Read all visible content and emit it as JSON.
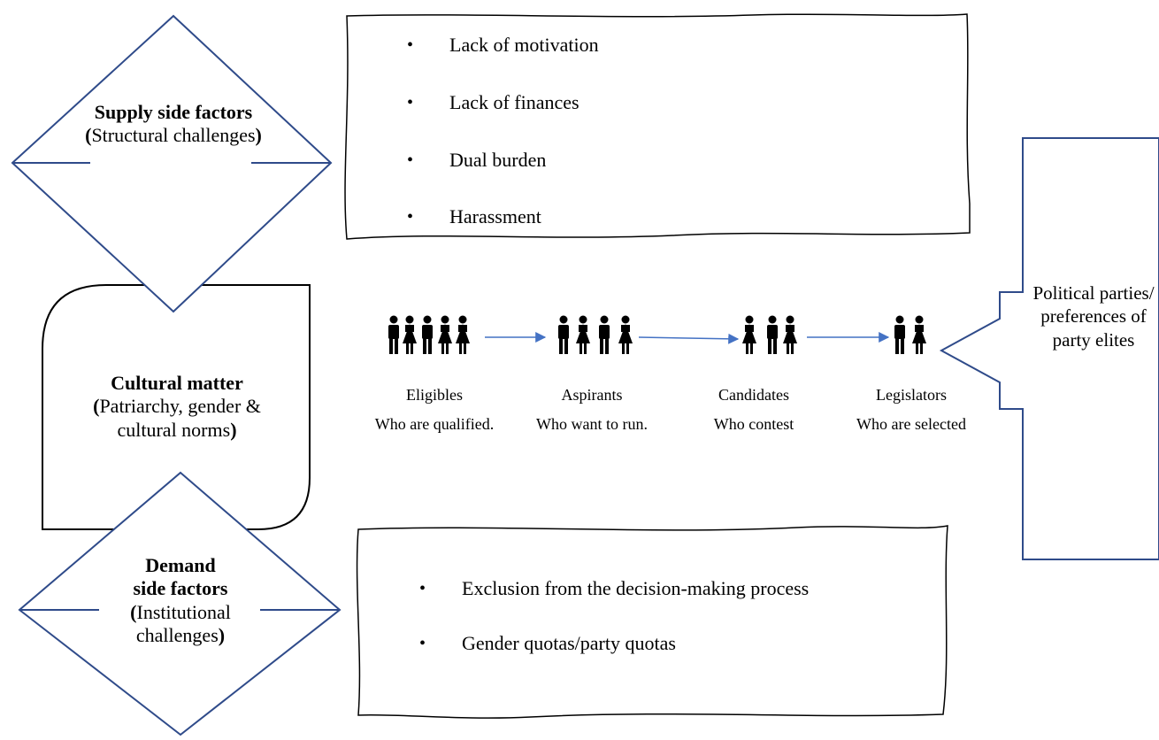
{
  "supply": {
    "title": "Supply side factors",
    "paren_open": "(",
    "subtitle": "Structural challenges",
    "paren_close": ")",
    "items": [
      "Lack of motivation",
      "Lack of finances",
      "Dual burden",
      "Harassment"
    ]
  },
  "cultural": {
    "title": "Cultural matter",
    "paren_open": "(",
    "subtitle": "Patriarchy, gender & cultural norms",
    "paren_close": ")"
  },
  "demand": {
    "title_line1": "Demand",
    "title_line2": "side factors",
    "paren_open": "(",
    "subtitle": "Institutional challenges",
    "paren_close": ")",
    "items": [
      "Exclusion from the decision-making process",
      "Gender quotas/party quotas"
    ]
  },
  "pipeline": [
    {
      "label": "Eligibles",
      "desc": "Who are qualified."
    },
    {
      "label": "Aspirants",
      "desc": "Who want to run."
    },
    {
      "label": "Candidates",
      "desc": "Who contest"
    },
    {
      "label": "Legislators",
      "desc": "Who are selected"
    }
  ],
  "parties": {
    "text": "Political parties/ preferences of party elites"
  },
  "colors": {
    "shape_stroke": "#2f4b8a",
    "arrow": "#4472c4",
    "ink": "#000000"
  },
  "bullet_glyph": "•"
}
